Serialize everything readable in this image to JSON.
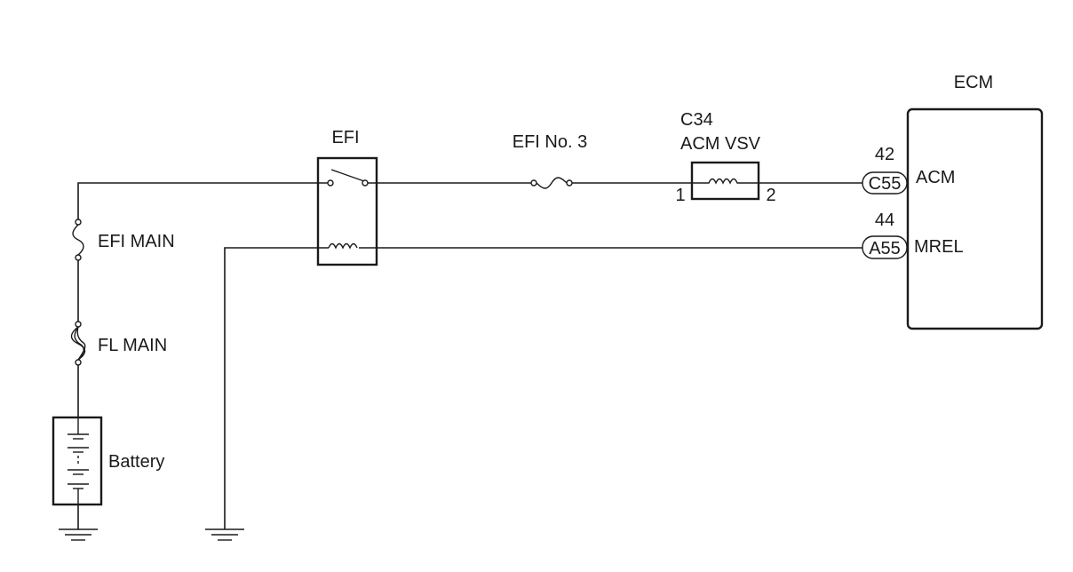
{
  "components": {
    "ecm": {
      "title": "ECM"
    },
    "efi_relay": {
      "label": "EFI"
    },
    "efi_no3_fuse": {
      "label": "EFI No. 3"
    },
    "acm_vsv": {
      "connector": "C34",
      "label": "ACM VSV",
      "pin_1": "1",
      "pin_2": "2"
    },
    "efi_main_fuse": {
      "label": "EFI MAIN"
    },
    "fl_main_fuse": {
      "label": "FL MAIN"
    },
    "battery": {
      "label": "Battery"
    }
  },
  "ecm_terminals": [
    {
      "pin": "42",
      "connector": "C55",
      "signal": "ACM"
    },
    {
      "pin": "44",
      "connector": "A55",
      "signal": "MREL"
    }
  ]
}
